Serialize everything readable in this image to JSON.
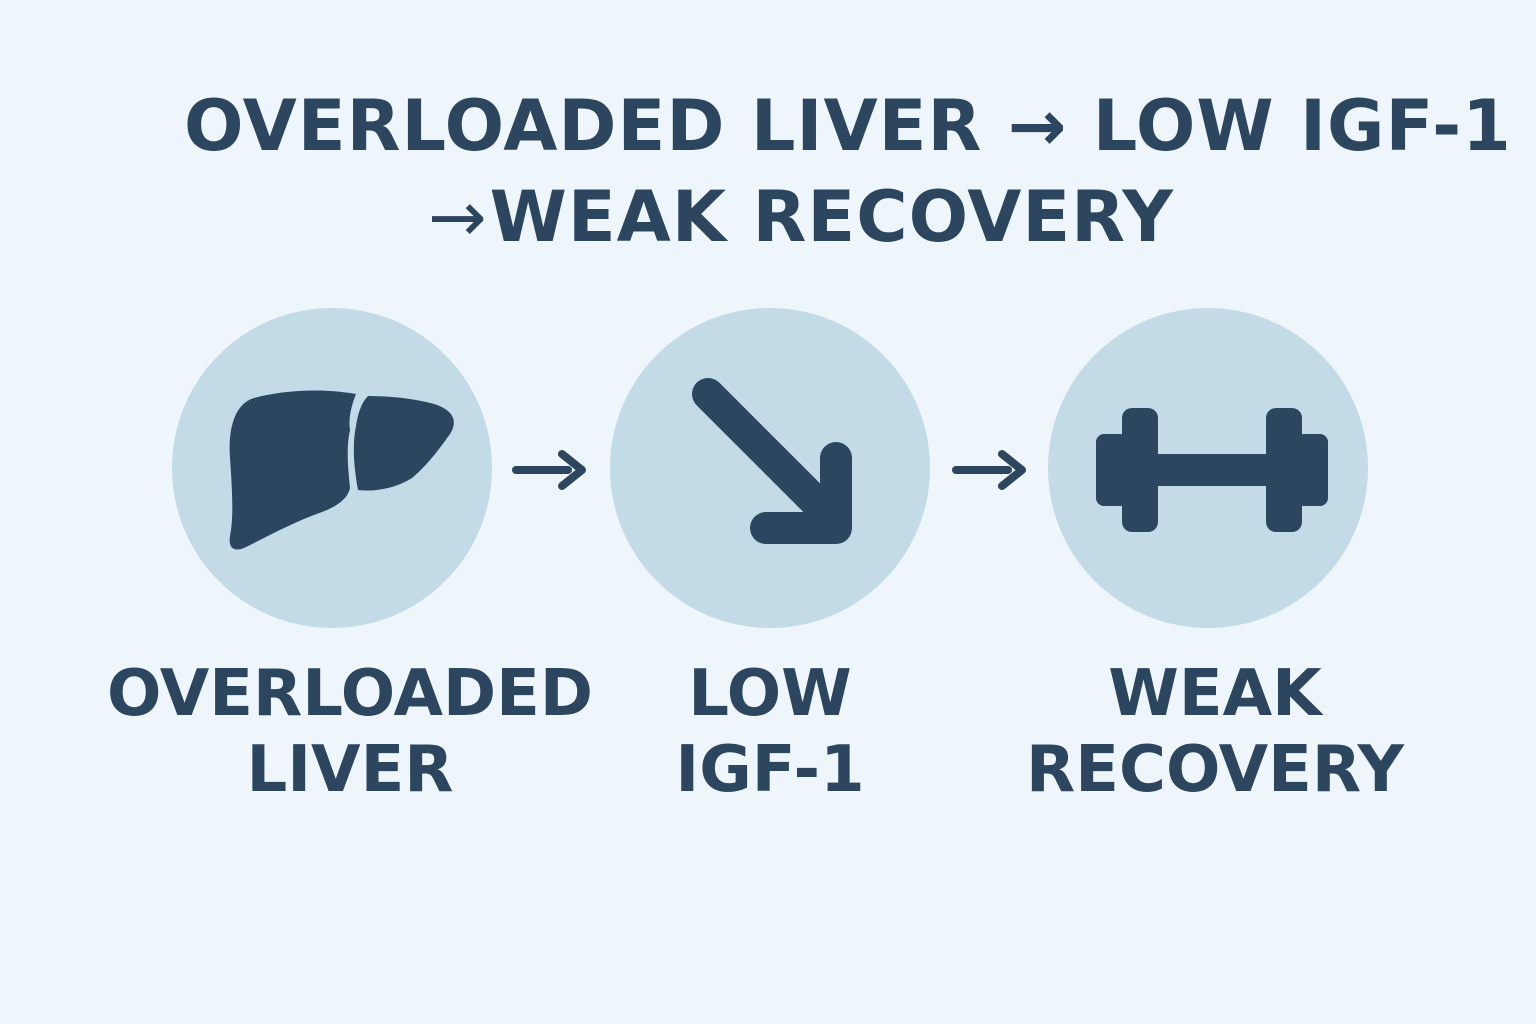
{
  "title": {
    "line1": "OVERLOADED LIVER → LOW IGF-1",
    "line2_arrow": "→",
    "line2_text": "WEAK RECOVERY"
  },
  "steps": [
    {
      "icon": "liver-icon",
      "label_line1": "OVERLOADED",
      "label_line2": "LIVER"
    },
    {
      "icon": "trend-down-arrow-icon",
      "label_line1": "LOW",
      "label_line2": "IGF-1"
    },
    {
      "icon": "dumbbell-icon",
      "label_line1": "WEAK",
      "label_line2": "RECOVERY"
    }
  ],
  "colors": {
    "background": "#eef6fb",
    "circle": "#c3dae7",
    "ink": "#2c4660"
  }
}
